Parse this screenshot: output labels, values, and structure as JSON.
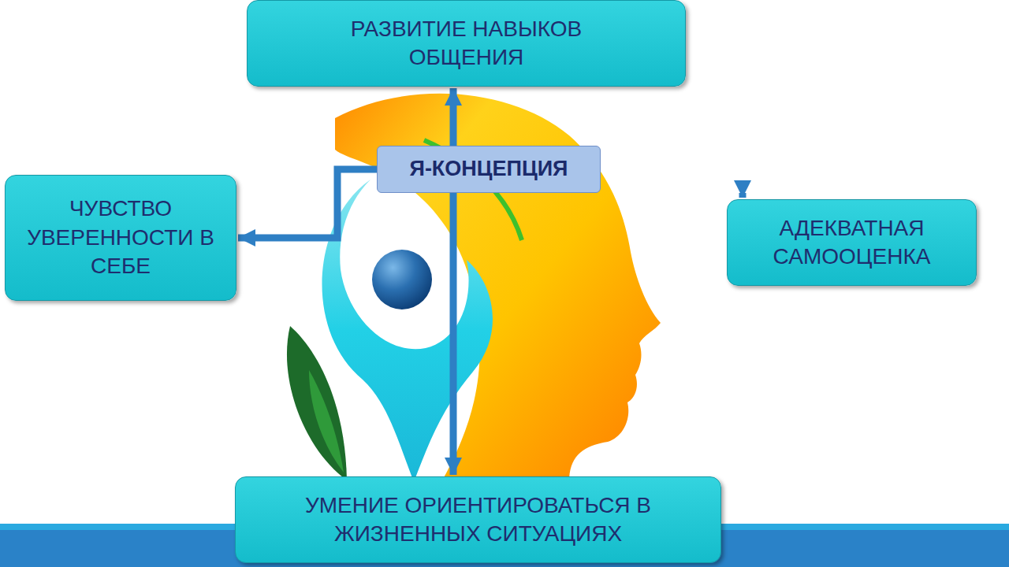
{
  "diagram": {
    "nodes": [
      {
        "text": [
          "РАЗВИТИЕ НАВЫКОВ ОБЩЕНИЯ"
        ]
      },
      {
        "text": [
          "Я-КОНЦЕПЦИЯ"
        ]
      },
      {
        "text": [
          "ЧУВСТВО УВЕРЕННОСТИ В СЕБЕ"
        ]
      },
      {
        "text": [
          "АДЕКВАТНАЯ САМООЦЕНКА"
        ]
      },
      {
        "text": [
          "УМЕНИЕ ОРИЕНТИРОВАТЬСЯ В ЖИЗНЕННЫХ СИТУАЦИЯХ"
        ]
      }
    ],
    "edges": [
      {
        "from": 1,
        "to": 0,
        "arrow": "to"
      },
      {
        "from": 1,
        "to": 2,
        "arrow": "to"
      },
      {
        "from": 1,
        "to": 3,
        "arrow": "to"
      },
      {
        "from": 1,
        "to": 4,
        "arrow": "to"
      }
    ]
  }
}
